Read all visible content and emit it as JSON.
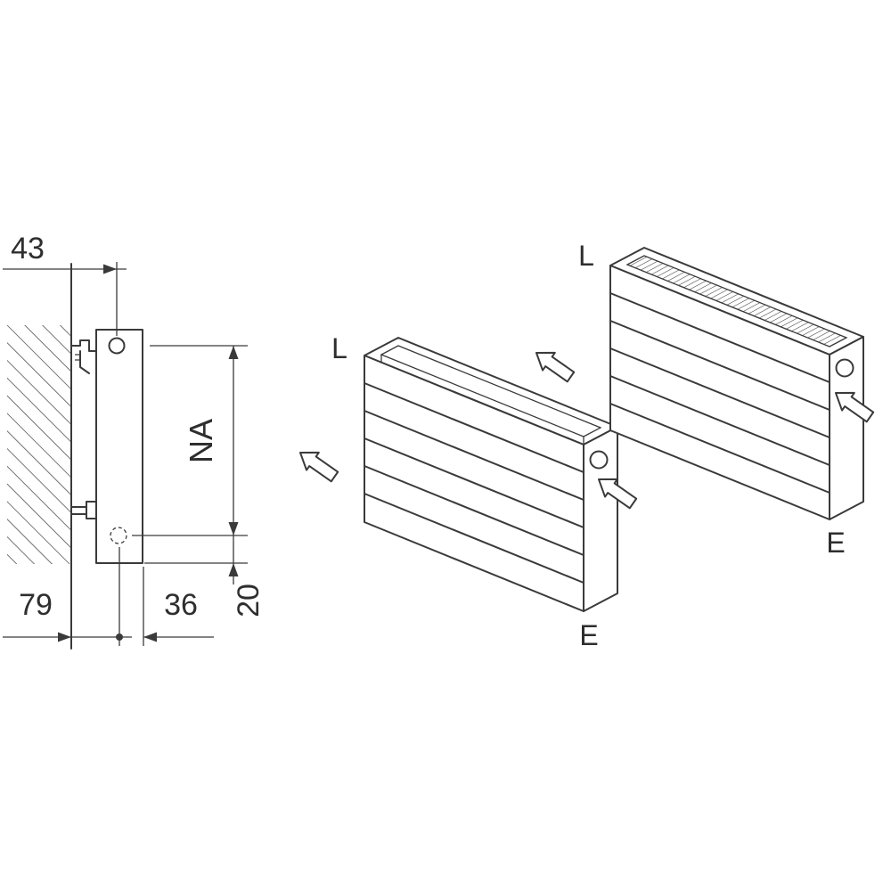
{
  "colors": {
    "line": "#3a3a3a",
    "background": "#ffffff"
  },
  "side_view": {
    "dims": {
      "wall_to_valve": "43",
      "hub_distance": "NA",
      "bottom_left": "79",
      "bottom_mid": "36",
      "bottom_right": "20"
    }
  },
  "radiators": {
    "front_unit": {
      "inlet": "L",
      "outlet": "E"
    },
    "rear_unit": {
      "inlet": "L",
      "outlet": "E"
    }
  }
}
